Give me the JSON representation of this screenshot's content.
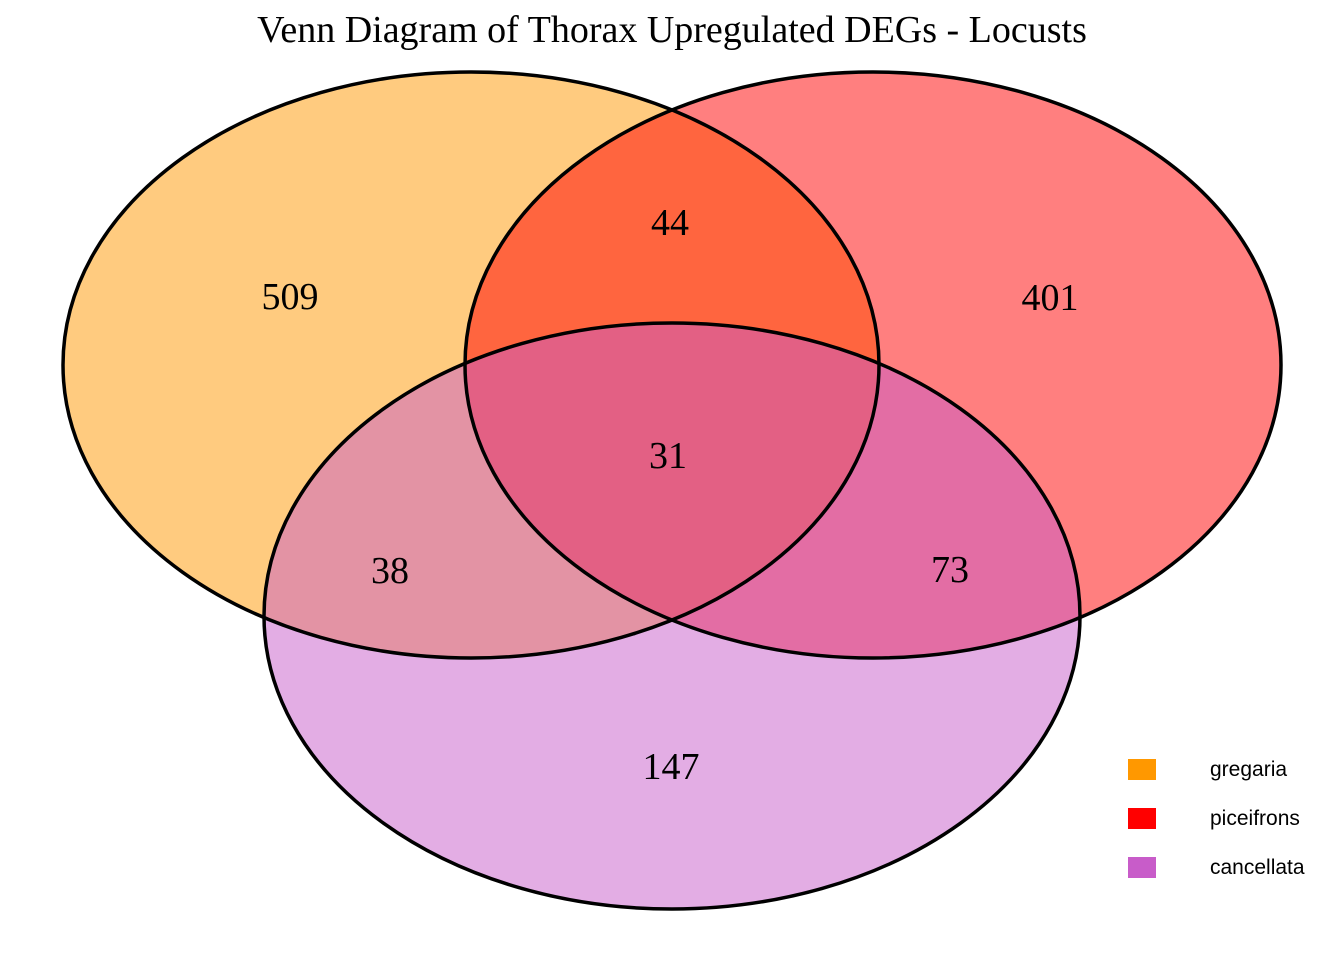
{
  "chart_data": {
    "type": "venn",
    "title": "Venn Diagram of Thorax Upregulated DEGs - Locusts",
    "sets": [
      {
        "name": "gregaria",
        "color": "#FF9800"
      },
      {
        "name": "piceifrons",
        "color": "#FF0000"
      },
      {
        "name": "cancellata",
        "color": "#C85CC9"
      }
    ],
    "regions": [
      {
        "sets": [
          "gregaria"
        ],
        "value": 509
      },
      {
        "sets": [
          "piceifrons"
        ],
        "value": 401
      },
      {
        "sets": [
          "cancellata"
        ],
        "value": 147
      },
      {
        "sets": [
          "gregaria",
          "piceifrons"
        ],
        "value": 44
      },
      {
        "sets": [
          "gregaria",
          "cancellata"
        ],
        "value": 38
      },
      {
        "sets": [
          "piceifrons",
          "cancellata"
        ],
        "value": 73
      },
      {
        "sets": [
          "gregaria",
          "piceifrons",
          "cancellata"
        ],
        "value": 31
      }
    ],
    "fill_opacity": 0.5,
    "outline_color": "#000000",
    "background_color": "#FFFFFF",
    "legend_position": "bottom-right"
  }
}
